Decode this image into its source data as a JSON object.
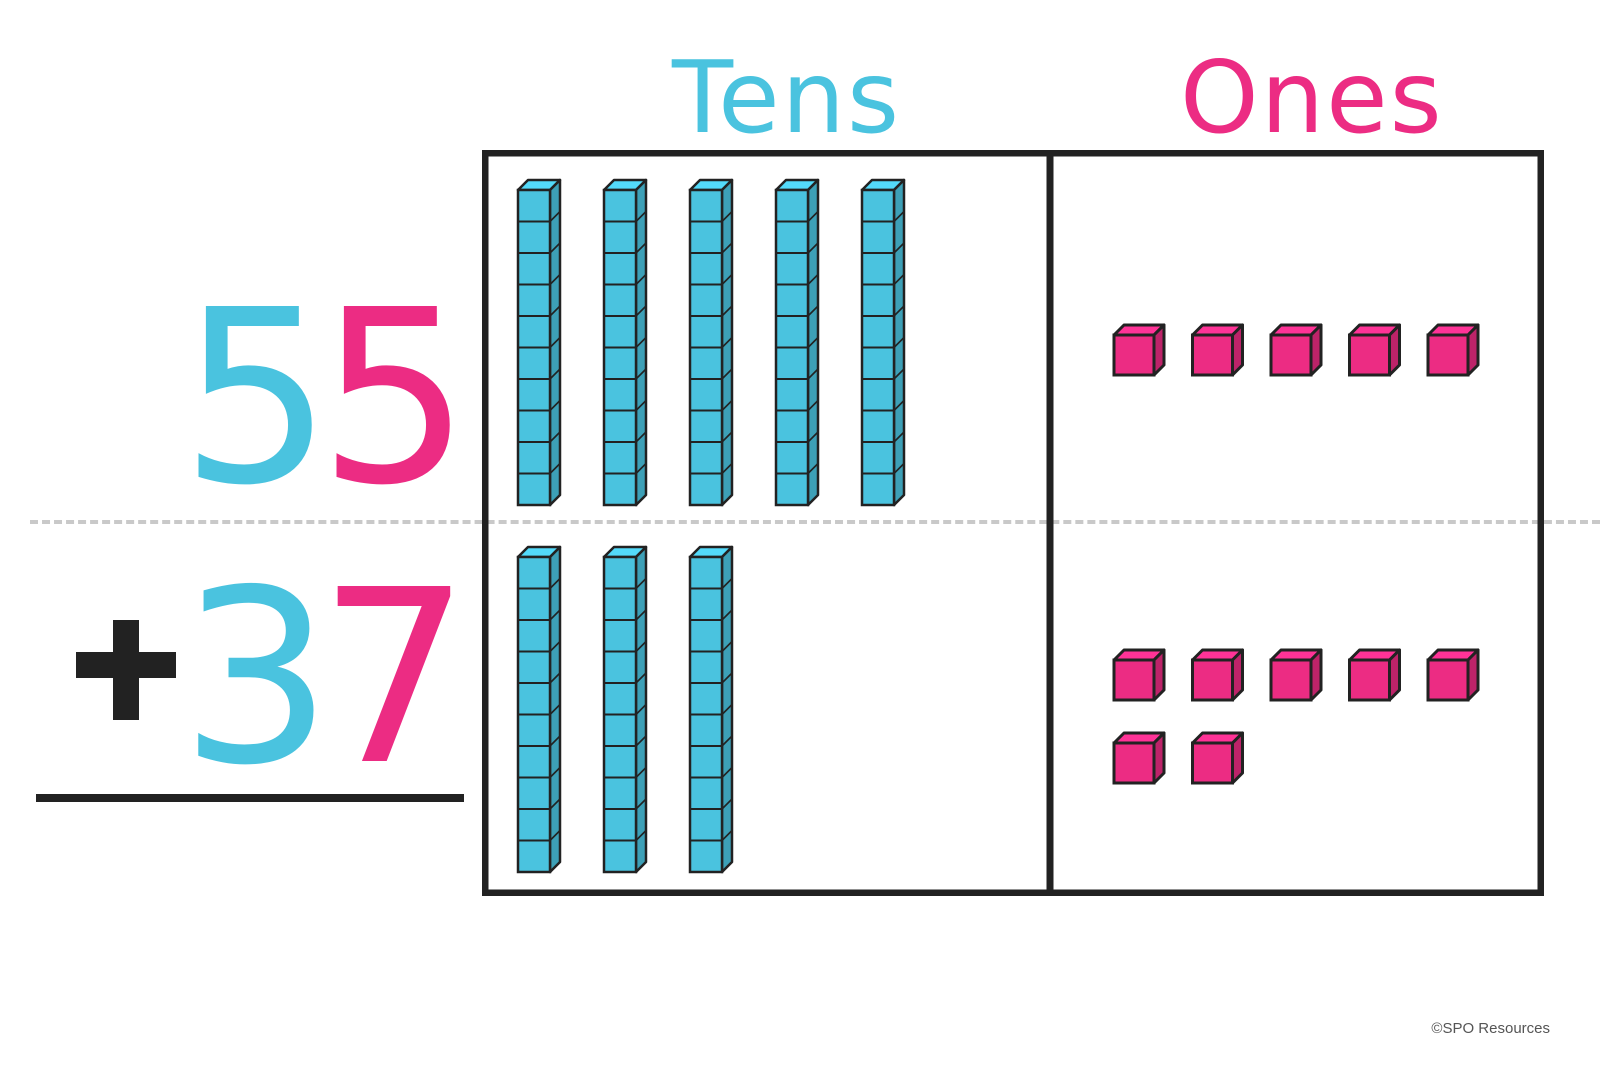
{
  "headers": {
    "tens": "Tens",
    "ones": "Ones"
  },
  "addends": [
    {
      "tens_digit": "5",
      "ones_digit": "5",
      "tens_rods": 5,
      "ones_cubes": 5
    },
    {
      "tens_digit": "3",
      "ones_digit": "7",
      "tens_rods": 3,
      "ones_cubes": 7
    }
  ],
  "operator": "+",
  "copyright": "©SPO Resources",
  "colors": {
    "tens": "#4ac3df",
    "ones": "#ec2c83",
    "outline": "#222222",
    "divider": "#c9c9c9"
  }
}
